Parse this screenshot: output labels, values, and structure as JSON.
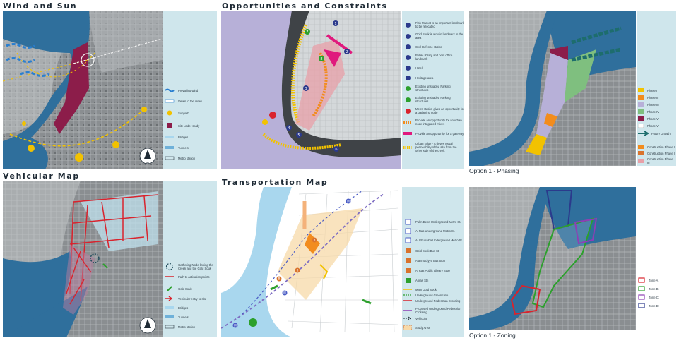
{
  "titles": {
    "wind_sun": "Wind and Sun",
    "opportunities": "Opportunities and Constraints",
    "vehicular": "Vehicular Map",
    "transportation": "Transportation Map"
  },
  "captions": {
    "phasing": "Option 1 - Phasing",
    "zoning": "Option 1 - Zoning"
  },
  "legends": {
    "wind": [
      "Prevailing wind",
      "Views to the creek",
      "Sunpath",
      "Site under study",
      "Bridges",
      "Tunnels",
      "Metro station"
    ],
    "opportunities": [
      "Fish Market is an important landmark to be relocated",
      "Gold Souk is a main landmark in the area",
      "Civil Defence station",
      "Public library and post office landmark",
      "Hotel",
      "Heritage area",
      "Existing unshaded Parking structures",
      "Existing unshaded Parking structures",
      "Metro station gives an opportunity for a gathering node",
      "Provide an opportunity for an urban node integrated mixes",
      "Provide an opportunity for a gateway",
      "Urban Edge - A drives visual permeability of the site from the other side of the creek"
    ],
    "phasing": [
      "Phase I",
      "Phase II",
      "Phase III",
      "Phase IV",
      "Phase V",
      "Phase VI",
      "Future Growth",
      "Construction Phase I",
      "Construction Phase II",
      "Construction Phase III"
    ],
    "vehicular": [
      "Gathering Node linking the Creek and the Gold Souk",
      "Path to activation points",
      "Gold Souk",
      "Vehicular entry to site",
      "Bridges",
      "Tunnels",
      "Metro station"
    ],
    "transportation": [
      "Palm Deira Underground Metro St.",
      "Al Ras Underground Metro St.",
      "Al Ghubaiba Underground Metro St.",
      "Gold Souk Bus St.",
      "Alahmadiyya Bus Stop",
      "Al Ras Public Library Stop",
      "Abras Stn",
      "Main Gold Souk",
      "Underground Green Line",
      "Underground Pedestrian Crossing",
      "Proposed Underground Pedestrian Crossing",
      "Vehicular",
      "Study Area"
    ],
    "zoning": [
      "Zone A",
      "Zone B",
      "Zone C",
      "Zone D"
    ]
  },
  "markers": {
    "opportunities": [
      "1",
      "2",
      "3",
      "4",
      "5",
      "6",
      "7",
      "8"
    ],
    "transport": [
      "M",
      "M",
      "M",
      "B",
      "B",
      "B"
    ]
  },
  "compass_label": "N",
  "colors": {
    "water": "#2f6f9c",
    "creek_dark": "#3f4347",
    "legend_bg": "#cfe6ec",
    "site": "#8c1d4a",
    "sun": "#f2c200",
    "wind": "#2a7fd0",
    "pink": "#e0197d",
    "orange": "#f28c1e",
    "green": "#2ca02c",
    "red": "#d9232d",
    "navy": "#2b3a8c",
    "purple": "#8e3fb5",
    "lavender": "#b7b0d8"
  }
}
